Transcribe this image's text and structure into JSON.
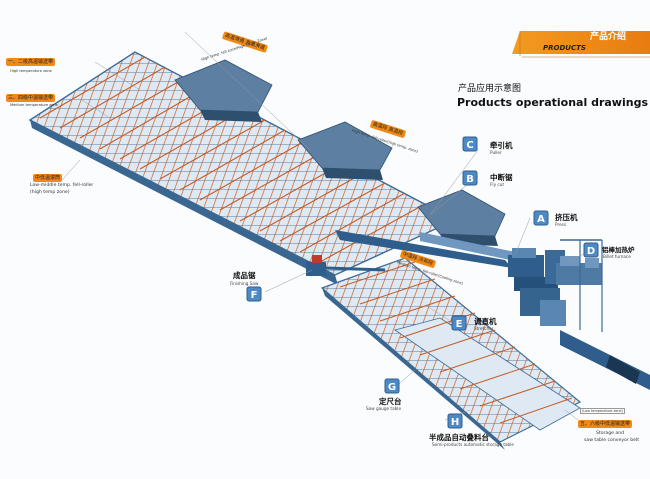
{
  "header": {
    "cn_title": "产品介绍",
    "en_title": "PRODUCTS",
    "subtitle_cn": "产品应用示意图",
    "subtitle_en": "Products operational drawings"
  },
  "colors": {
    "accent_orange": "#f08a17",
    "machine_blue": "#2f5e8c",
    "letter_blue": "#4d89c4",
    "roof_blue": "#4a6f93"
  },
  "left_labels": {
    "zone1_badge": "一、二级高温输送带",
    "zone1_note": "High temperature zone",
    "zone3_badge": "三、四级中温输送带",
    "zone3_note": "Medium temperature zone",
    "roller_badge": "中低温滚筒",
    "roller_desc": "Low-middle temp. fell-roller",
    "roller_zone": "(high temp zone)"
  },
  "diagonal_labels": {
    "top_badge": "高温滑道 高温滑道",
    "top_desc": "High temp. fell zone(High temp. Zone)",
    "mid_badge": "高温段 高温段",
    "mid_desc": "High temp. fell-roller(high temp. zone)",
    "low_badge": "中温段 冷却段",
    "low_desc": "Medium temp. fell-roller(Cooling zone)"
  },
  "components": [
    {
      "letter": "A",
      "cn": "挤压机",
      "en": "Press"
    },
    {
      "letter": "B",
      "cn": "中断锯",
      "en": "Fly cut"
    },
    {
      "letter": "C",
      "cn": "牵引机",
      "en": "Puller"
    },
    {
      "letter": "D",
      "cn": "铝棒加热炉",
      "en": "Billet furnace"
    },
    {
      "letter": "E",
      "cn": "调直机",
      "en": "Stretcher"
    },
    {
      "letter": "F",
      "cn": "成品锯",
      "en": "Finishing Saw"
    },
    {
      "letter": "G",
      "cn": "定尺台",
      "en": "Saw gauge table"
    },
    {
      "letter": "H",
      "cn": "半成品自动叠料台",
      "en": "Semi-products automatic storage table"
    }
  ],
  "bottom_right": {
    "note": "(Low temperature zone)",
    "badge": "五、六级中低温输送带",
    "line1": "Storage and",
    "line2": "saw table conveyor belt"
  }
}
